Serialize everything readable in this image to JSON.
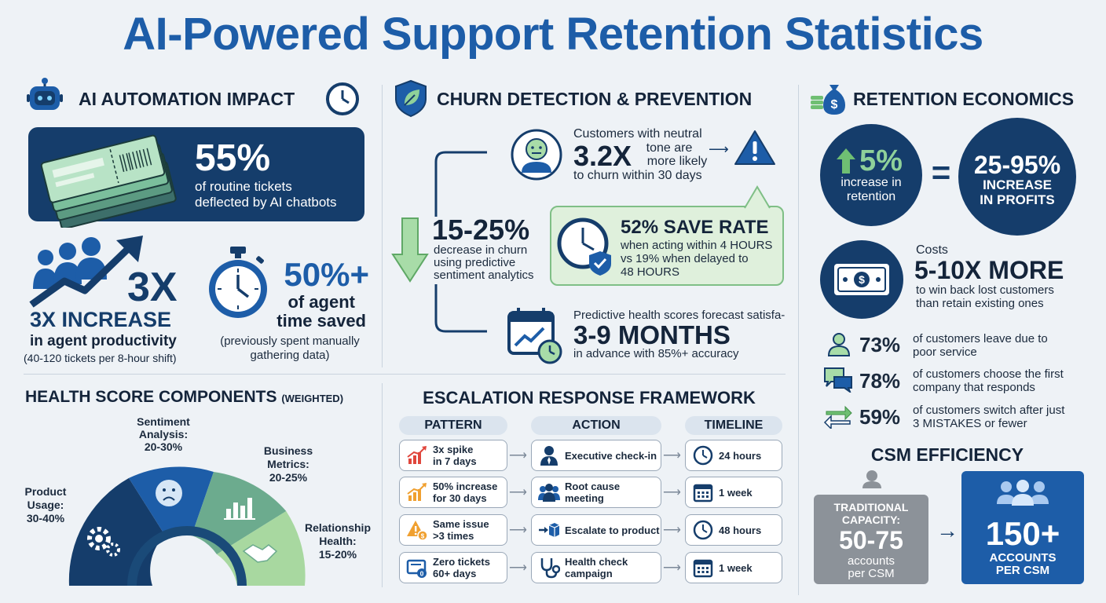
{
  "title": "AI-Powered Support Retention Statistics",
  "colors": {
    "navy": "#153d6b",
    "blue": "#1d5da8",
    "green": "#6fbf73",
    "light_green": "#dff0dc",
    "gray": "#8c9299"
  },
  "automation": {
    "heading": "AI AUTOMATION IMPACT",
    "tickets_value": "55%",
    "tickets_text_1": "of routine tickets",
    "tickets_text_2": "deflected by AI chatbots",
    "prod_value": "3X",
    "prod_title": "3X INCREASE",
    "prod_sub": "in agent productivity",
    "prod_detail": "(40-120 tickets per 8-hour shift)",
    "time_value": "50%+",
    "time_text_1": "of agent",
    "time_text_2": "time saved",
    "time_detail_1": "(previously spent manually",
    "time_detail_2": "gathering data)"
  },
  "churn": {
    "heading": "CHURN DETECTION & PREVENTION",
    "decrease_value": "15-25%",
    "decrease_text_1": "decrease in churn",
    "decrease_text_2": "using predictive",
    "decrease_text_3": "sentiment analytics",
    "neutral_line_1": "Customers with neutral",
    "neutral_value": "3.2X",
    "neutral_line_2a": "tone are",
    "neutral_line_2b": "more likely",
    "neutral_line_3": "to churn within 30 days",
    "save_title": "52% SAVE RATE",
    "save_line_1": "when acting within 4 HOURS",
    "save_line_2": "vs 19% when delayed to",
    "save_line_3": "48 HOURS",
    "forecast_line_1": "Predictive health scores forecast satisfa-",
    "forecast_value": "3-9 MONTHS",
    "forecast_line_2": "in advance with 85%+ accuracy"
  },
  "economics": {
    "heading": "RETENTION ECONOMICS",
    "retention_value": "5%",
    "retention_text_1": "increase in",
    "retention_text_2": "retention",
    "equals": "=",
    "profit_value": "25-95%",
    "profit_text_1": "INCREASE",
    "profit_text_2": "IN PROFITS",
    "costs_label": "Costs",
    "costs_value": "5-10X MORE",
    "costs_text_1": "to win back lost customers",
    "costs_text_2": "than retain existing ones",
    "stats": [
      {
        "value": "73%",
        "line1": "of customers leave due to",
        "line2": "poor service"
      },
      {
        "value": "78%",
        "line1": "of customers choose the first",
        "line2": "company that responds"
      },
      {
        "value": "59%",
        "line1": "of customers switch after just",
        "line2": "3 MISTAKES or fewer"
      }
    ]
  },
  "csm": {
    "heading": "CSM EFFICIENCY",
    "trad_label_1": "TRADITIONAL",
    "trad_label_2": "CAPACITY:",
    "trad_value": "50-75",
    "trad_unit_1": "accounts",
    "trad_unit_2": "per CSM",
    "new_value": "150+",
    "new_unit_1": "ACCOUNTS",
    "new_unit_2": "PER CSM"
  },
  "health": {
    "heading": "HEALTH SCORE COMPONENTS",
    "heading_note": "(WEIGHTED)",
    "segments": [
      {
        "line1": "Product",
        "line2": "Usage:",
        "line3": "30-40%"
      },
      {
        "line1": "Sentiment",
        "line2": "Analysis:",
        "line3": "20-30%"
      },
      {
        "line1": "Business",
        "line2": "Metrics:",
        "line3": "20-25%"
      },
      {
        "line1": "Relationship",
        "line2": "Health:",
        "line3": "15-20%"
      }
    ]
  },
  "escalation": {
    "heading": "ESCALATION RESPONSE FRAMEWORK",
    "col_pattern": "PATTERN",
    "col_action": "ACTION",
    "col_timeline": "TIMELINE",
    "rows": [
      {
        "pattern_1": "3x spike",
        "pattern_2": "in 7 days",
        "action_1": "Executive check-in",
        "action_2": "",
        "timeline": "24 hours"
      },
      {
        "pattern_1": "50% increase",
        "pattern_2": "for 30 days",
        "action_1": "Root cause",
        "action_2": "meeting",
        "timeline": "1 week"
      },
      {
        "pattern_1": "Same issue",
        "pattern_2": ">3 times",
        "action_1": "Escalate to product",
        "action_2": "",
        "timeline": "48 hours"
      },
      {
        "pattern_1": "Zero tickets",
        "pattern_2": "60+ days",
        "action_1": "Health check",
        "action_2": "campaign",
        "timeline": "1 week"
      }
    ]
  }
}
